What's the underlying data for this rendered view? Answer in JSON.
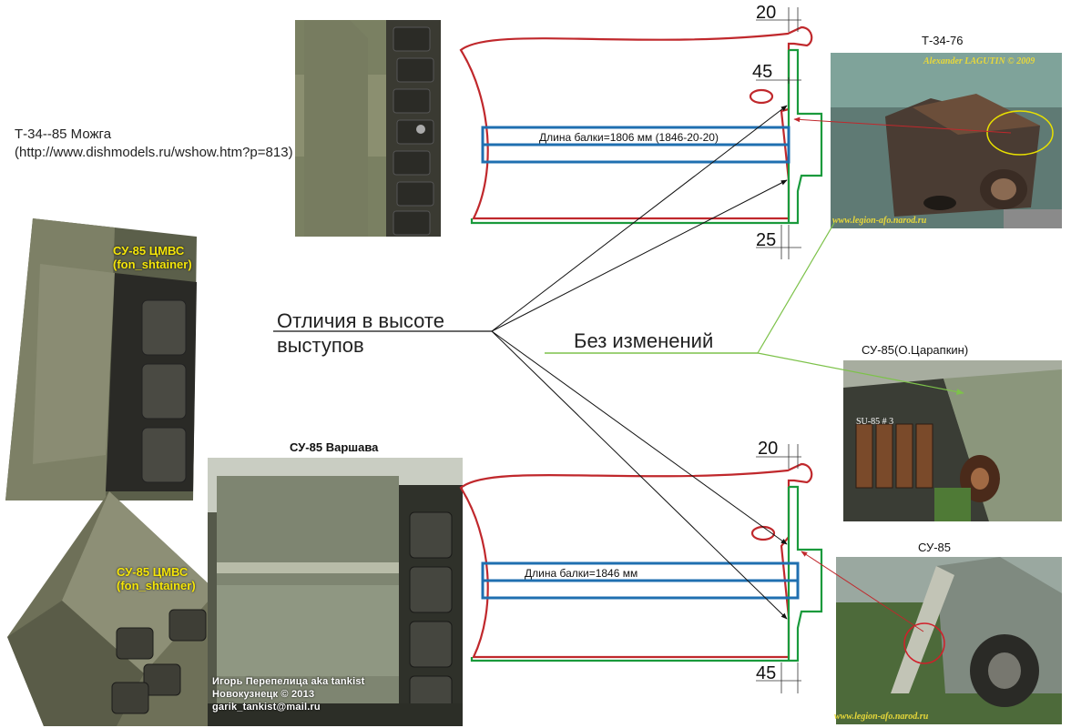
{
  "source_note": {
    "title": "Т-34--85 Можга",
    "url": "(http://www.dishmodels.ru/wshow.htm?p=813)"
  },
  "left_photos": {
    "top_label_1": "СУ-85 ЦМВС",
    "top_label_2": "(fon_shtainer)",
    "bottom_label_1": "СУ-85 ЦМВС",
    "bottom_label_2": "(fon_shtainer)"
  },
  "warsaw_photo": {
    "caption": "СУ-85 Варшава",
    "credit_1": "Игорь Перепелица aka tankist",
    "credit_2": "Новокузнецк ©  2013",
    "credit_3": "garik_tankist@mail.ru"
  },
  "middle_labels": {
    "differences_line_1": "Отличия в высоте",
    "differences_line_2": "выступов",
    "no_changes": "Без изменений"
  },
  "top_drawing": {
    "dim_top": "20",
    "dim_mid": "45",
    "dim_bottom": "25",
    "beam_label": "Длина балки=1806 мм (1846-20-20)"
  },
  "bottom_drawing": {
    "dim_top": "20",
    "dim_bottom": "45",
    "beam_label": "Длина балки=1846 мм"
  },
  "right_photos": {
    "t3476_caption": "Т-34-76",
    "t3476_watermark_1": "Alexander LAGUTIN © 2009",
    "t3476_watermark_2": "www.legion-afo.narod.ru",
    "su85_tsar_caption": "СУ-85(О.Царапкин)",
    "su85_tsar_inner": "SU-85 # 3",
    "su85_caption": "СУ-85",
    "su85_watermark": "www.legion-afo.narod.ru"
  },
  "colors": {
    "hull_outline": "#c0282c",
    "track_guide": "#1a9a3c",
    "beam": "#1f6fb0",
    "pointer_arrows": "#111111",
    "no_change_lines": "#7dc24a",
    "yellow_label": "#f5e60a"
  }
}
